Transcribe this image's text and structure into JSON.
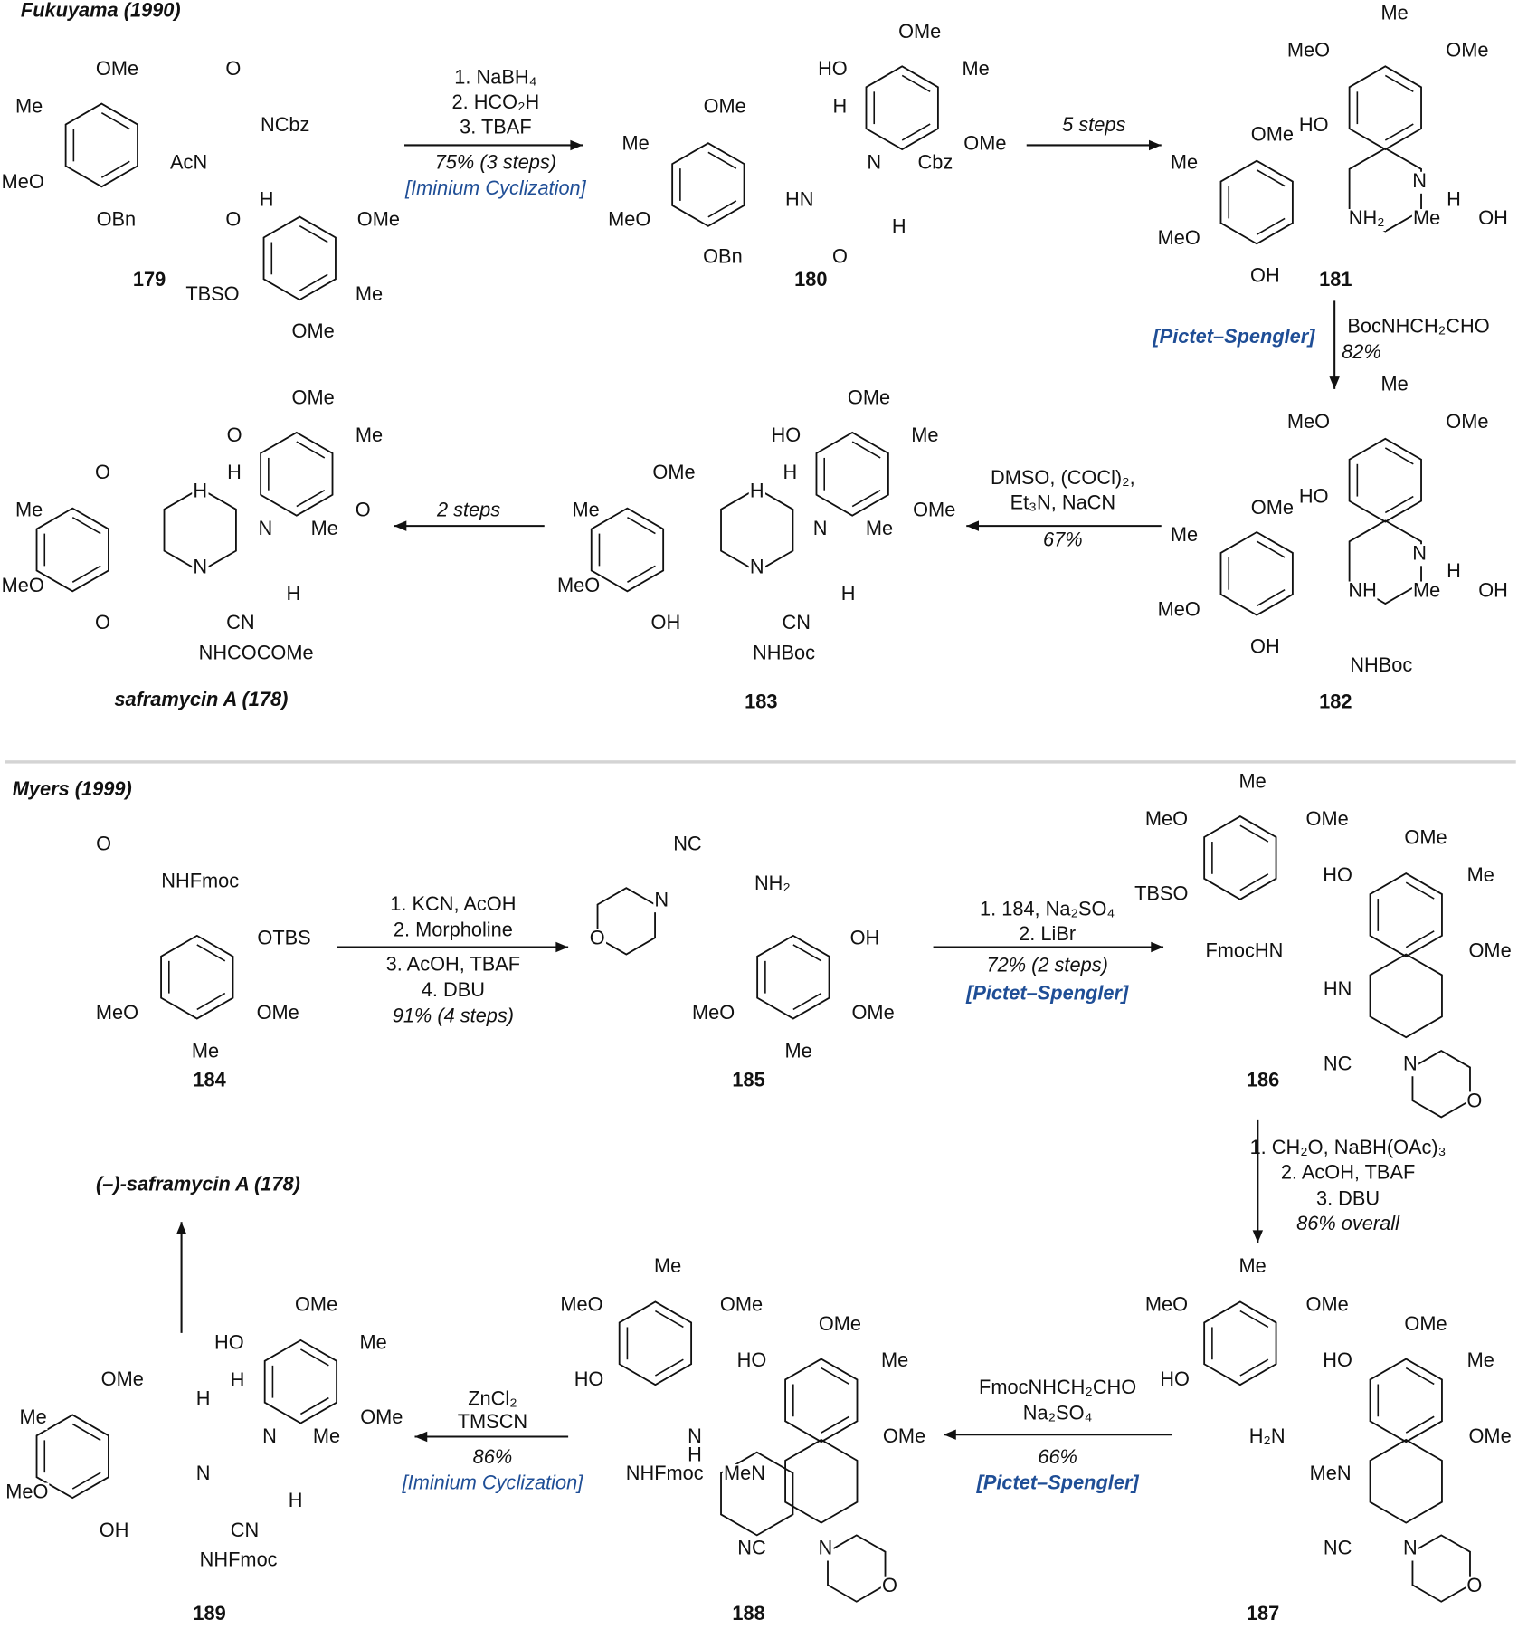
{
  "fukuyama": {
    "title": "Fukuyama (1990)",
    "c179": {
      "id": "179",
      "labels": [
        "OMe",
        "Me",
        "O",
        "NCbz",
        "AcN",
        "MeO",
        "OBn",
        "O",
        "H",
        "OMe",
        "TBSO",
        "Me",
        "OMe"
      ]
    },
    "step1": {
      "reagents": [
        "1. NaBH₄",
        "2. HCO₂H",
        "3. TBAF"
      ],
      "yield": "75% (3 steps)",
      "name": "[Iminium Cyclization]"
    },
    "c180": {
      "id": "180",
      "labels": [
        "OMe",
        "HO",
        "Me",
        "OMe",
        "H",
        "Me",
        "OMe",
        "N",
        "Cbz",
        "HN",
        "MeO",
        "H",
        "OBn",
        "O"
      ]
    },
    "step2": {
      "reagents": [
        "5 steps"
      ]
    },
    "c181": {
      "id": "181",
      "labels": [
        "Me",
        "MeO",
        "OMe",
        "OMe",
        "HO",
        "Me",
        "N",
        "H",
        "MeO",
        "NH₂",
        "Me",
        "OH",
        "OH"
      ]
    },
    "step3": {
      "reagents": [
        "BocNHCH₂CHO"
      ],
      "yield": "82%",
      "name": "[Pictet–Spengler]"
    },
    "c182": {
      "id": "182",
      "labels": [
        "Me",
        "MeO",
        "OMe",
        "OMe",
        "HO",
        "Me",
        "N",
        "H",
        "NH",
        "Me",
        "OH",
        "MeO",
        "OH",
        "NHBoc"
      ]
    },
    "step4": {
      "reagents": [
        "DMSO, (COCl)₂,",
        "Et₃N, NaCN"
      ],
      "yield": "67%"
    },
    "c183": {
      "id": "183",
      "labels": [
        "OMe",
        "HO",
        "Me",
        "OMe",
        "H",
        "H",
        "OMe",
        "Me",
        "N",
        "Me",
        "MeO",
        "N",
        "H",
        "OH",
        "CN",
        "NHBoc"
      ]
    },
    "step5": {
      "reagents": [
        "2 steps"
      ]
    },
    "c178": {
      "id": "saframycin A (178)",
      "labels": [
        "OMe",
        "O",
        "Me",
        "O",
        "H",
        "H",
        "O",
        "Me",
        "N",
        "Me",
        "MeO",
        "N",
        "H",
        "O",
        "CN",
        "NHCOCOMe"
      ]
    }
  },
  "myers": {
    "title": "Myers (1999)",
    "c184": {
      "id": "184",
      "labels": [
        "O",
        "NHFmoc",
        "OTBS",
        "MeO",
        "OMe",
        "Me"
      ]
    },
    "step1": {
      "reagents": [
        "1. KCN, AcOH",
        "2. Morpholine",
        "3. AcOH, TBAF",
        "4. DBU"
      ],
      "yield": "91% (4 steps)"
    },
    "c185": {
      "id": "185",
      "labels": [
        "NC",
        "N",
        "NH₂",
        "O",
        "OH",
        "MeO",
        "OMe",
        "Me"
      ]
    },
    "step2": {
      "reagents": [
        "1. 184, Na₂SO₄",
        "2. LiBr"
      ],
      "yield": "72% (2 steps)",
      "name": "[Pictet–Spengler]"
    },
    "c186": {
      "id": "186",
      "labels": [
        "Me",
        "MeO",
        "OMe",
        "OMe",
        "TBSO",
        "HO",
        "Me",
        "FmocHN",
        "OMe",
        "HN",
        "NC",
        "N",
        "O"
      ]
    },
    "step3": {
      "reagents": [
        "1. CH₂O, NaBH(OAc)₃",
        "2. AcOH, TBAF",
        "3. DBU"
      ],
      "yield": "86% overall"
    },
    "c187": {
      "id": "187",
      "labels": [
        "Me",
        "MeO",
        "OMe",
        "OMe",
        "HO",
        "HO",
        "Me",
        "OMe",
        "H₂N",
        "MeN",
        "NC",
        "N",
        "O"
      ]
    },
    "step4": {
      "reagents": [
        "FmocNHCH₂CHO",
        "Na₂SO₄"
      ],
      "yield": "66%",
      "name": "[Pictet–Spengler]"
    },
    "c188": {
      "id": "188",
      "labels": [
        "Me",
        "MeO",
        "OMe",
        "OMe",
        "HO",
        "HO",
        "Me",
        "OMe",
        "N",
        "H",
        "NHFmoc",
        "MeN",
        "NC",
        "N",
        "O"
      ]
    },
    "step5": {
      "reagents": [
        "ZnCl₂",
        "TMSCN"
      ],
      "yield": "86%",
      "name": "[Iminium Cyclization]"
    },
    "c189": {
      "id": "189",
      "labels": [
        "OMe",
        "HO",
        "Me",
        "OMe",
        "H",
        "H",
        "OMe",
        "Me",
        "N",
        "Me",
        "MeO",
        "N",
        "H",
        "OH",
        "CN",
        "NHFmoc"
      ]
    },
    "product": "(–)-saframycin A (178)"
  },
  "colors": {
    "name_reaction": "#1f4e96",
    "separator": "#d4d4d4"
  }
}
